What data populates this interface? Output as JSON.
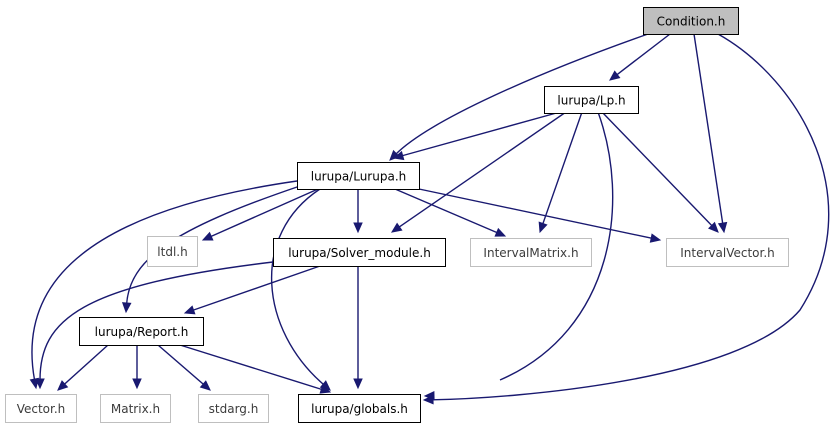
{
  "nodes": [
    {
      "id": "condition",
      "label": "Condition.h",
      "kind": "root"
    },
    {
      "id": "lp",
      "label": "lurupa/Lp.h",
      "kind": "project"
    },
    {
      "id": "lurupa",
      "label": "lurupa/Lurupa.h",
      "kind": "project"
    },
    {
      "id": "ltdl",
      "label": "ltdl.h",
      "kind": "external"
    },
    {
      "id": "solver",
      "label": "lurupa/Solver_module.h",
      "kind": "project"
    },
    {
      "id": "imatrix",
      "label": "IntervalMatrix.h",
      "kind": "external"
    },
    {
      "id": "ivector",
      "label": "IntervalVector.h",
      "kind": "external"
    },
    {
      "id": "report",
      "label": "lurupa/Report.h",
      "kind": "project"
    },
    {
      "id": "vector",
      "label": "Vector.h",
      "kind": "external"
    },
    {
      "id": "matrix",
      "label": "Matrix.h",
      "kind": "external"
    },
    {
      "id": "stdarg",
      "label": "stdarg.h",
      "kind": "external"
    },
    {
      "id": "globals",
      "label": "lurupa/globals.h",
      "kind": "project"
    }
  ],
  "edges": [
    [
      "condition",
      "lp"
    ],
    [
      "condition",
      "lurupa"
    ],
    [
      "condition",
      "ivector"
    ],
    [
      "condition",
      "globals"
    ],
    [
      "lp",
      "lurupa"
    ],
    [
      "lp",
      "solver"
    ],
    [
      "lp",
      "imatrix"
    ],
    [
      "lp",
      "ivector"
    ],
    [
      "lp",
      "globals"
    ],
    [
      "lurupa",
      "ltdl"
    ],
    [
      "lurupa",
      "solver"
    ],
    [
      "lurupa",
      "imatrix"
    ],
    [
      "lurupa",
      "ivector"
    ],
    [
      "lurupa",
      "report"
    ],
    [
      "lurupa",
      "vector"
    ],
    [
      "lurupa",
      "globals"
    ],
    [
      "solver",
      "report"
    ],
    [
      "solver",
      "vector"
    ],
    [
      "solver",
      "globals"
    ],
    [
      "report",
      "vector"
    ],
    [
      "report",
      "matrix"
    ],
    [
      "report",
      "stdarg"
    ],
    [
      "report",
      "globals"
    ]
  ],
  "colors": {
    "edge": "#191970",
    "root_fill": "#bfbfbf",
    "root_border": "#000000",
    "project_border": "#000000",
    "external_border": "#bfbfbf",
    "text": "#000000",
    "external_text": "#3c3c3c",
    "background": "#ffffff"
  }
}
